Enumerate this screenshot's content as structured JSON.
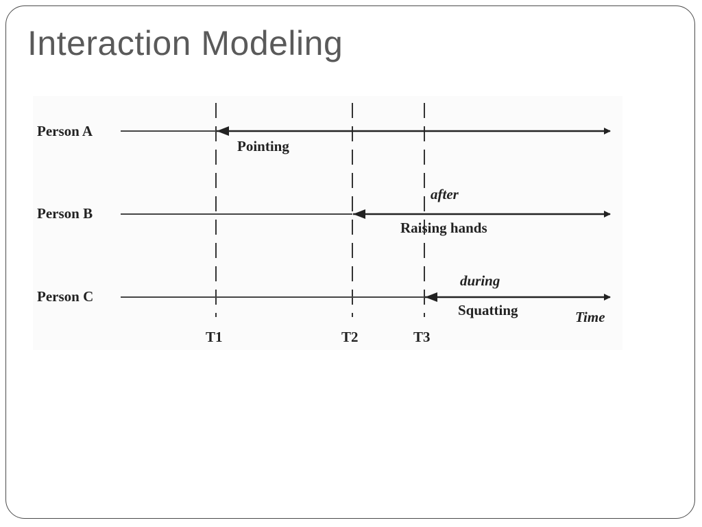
{
  "slide": {
    "title": "Interaction Modeling"
  },
  "diagram": {
    "persons": [
      {
        "label": "Person A",
        "action": "Pointing",
        "relation": ""
      },
      {
        "label": "Person B",
        "action": "Raising hands",
        "relation": "after"
      },
      {
        "label": "Person C",
        "action": "Squatting",
        "relation": "during"
      }
    ],
    "time_markers": [
      "T1",
      "T2",
      "T3"
    ],
    "time_axis_label": "Time",
    "line_color": "#222222"
  }
}
